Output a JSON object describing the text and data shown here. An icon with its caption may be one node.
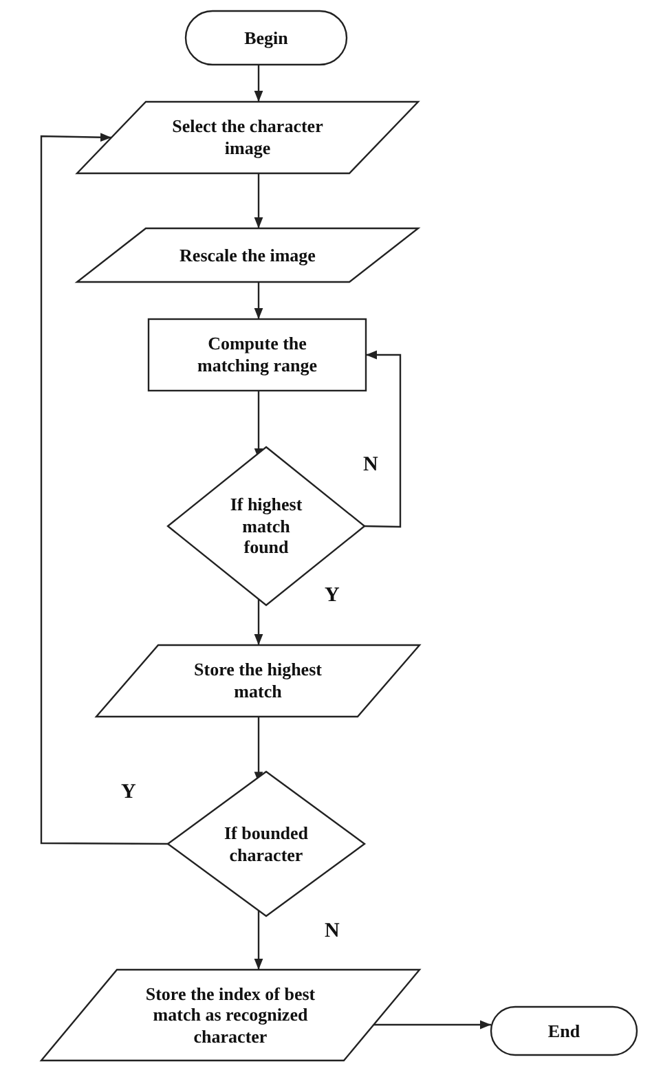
{
  "diagram": {
    "nodes": [
      {
        "text": [
          "Begin"
        ]
      },
      {
        "text": [
          "Select the character image"
        ]
      },
      {
        "text": [
          "Rescale the image"
        ]
      },
      {
        "text": [
          "Compute the matching range"
        ]
      },
      {
        "text": [
          "If highest match found"
        ]
      },
      {
        "text": [
          "Store the highest match"
        ]
      },
      {
        "text": [
          "If bounded character"
        ]
      },
      {
        "text": [
          "Store the index of best match as recognized character"
        ]
      },
      {
        "text": [
          "End"
        ]
      }
    ],
    "edges": [
      {
        "from": 0,
        "to": 1,
        "arrow": "to"
      },
      {
        "from": 1,
        "to": 2,
        "arrow": "to"
      },
      {
        "from": 2,
        "to": 3,
        "arrow": "to"
      },
      {
        "from": 3,
        "to": 4,
        "arrow": "to"
      },
      {
        "from": 4,
        "to": 3,
        "arrow": "to",
        "label": "N"
      },
      {
        "from": 4,
        "to": 5,
        "arrow": "to",
        "label": "Y"
      },
      {
        "from": 5,
        "to": 6,
        "arrow": "to"
      },
      {
        "from": 6,
        "to": 1,
        "arrow": "to",
        "label": "Y"
      },
      {
        "from": 6,
        "to": 7,
        "arrow": "to",
        "label": "N"
      },
      {
        "from": 7,
        "to": 8,
        "arrow": "to"
      }
    ]
  }
}
